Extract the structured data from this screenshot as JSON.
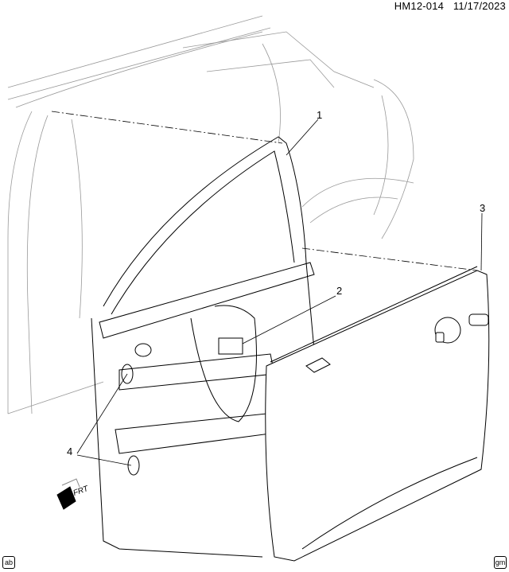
{
  "header": {
    "code": "HM12-014",
    "date": "11/17/2023"
  },
  "callouts": [
    "1",
    "2",
    "3",
    "4"
  ],
  "direction_label": "FRT",
  "badges": {
    "left": "ab",
    "right": "gm"
  }
}
